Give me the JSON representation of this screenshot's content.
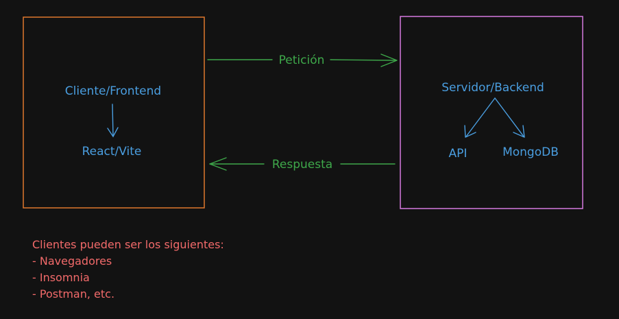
{
  "diagram": {
    "client_box": {
      "title": "Cliente/Frontend",
      "subtitle": "React/Vite",
      "border_color": "#e0782c"
    },
    "server_box": {
      "title": "Servidor/Backend",
      "children": [
        "API",
        "MongoDB"
      ],
      "border_color": "#d67ae0"
    },
    "request_arrow": {
      "label": "Petición",
      "color": "#3ea84a"
    },
    "response_arrow": {
      "label": "Respuesta",
      "color": "#3ea84a"
    },
    "text_color": "#4a9ee0"
  },
  "notes": {
    "heading": "Clientes pueden ser los siguientes:",
    "items": [
      "- Navegadores",
      "- Insomnia",
      "- Postman, etc."
    ],
    "color": "#f26a6a"
  }
}
